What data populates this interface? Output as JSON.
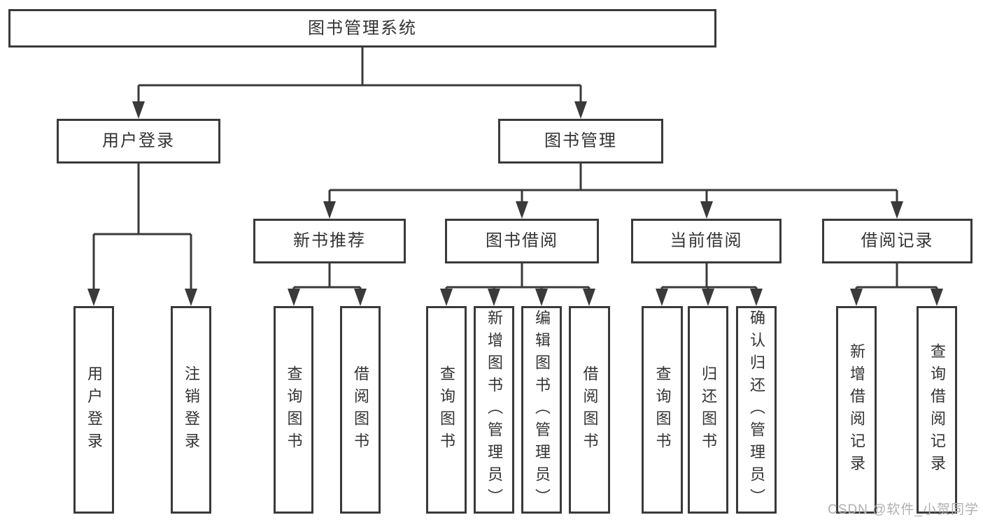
{
  "colors": {
    "line": "#3a3a3a",
    "text": "#333333",
    "watermark": "#b0b0b0",
    "background": "#ffffff"
  },
  "tree": {
    "label": "图书管理系统",
    "children": [
      {
        "label": "用户登录",
        "children": [
          {
            "label": "用户登录"
          },
          {
            "label": "注销登录"
          }
        ]
      },
      {
        "label": "图书管理",
        "children": [
          {
            "label": "新书推荐",
            "children": [
              {
                "label": "查询图书"
              },
              {
                "label": "借阅图书"
              }
            ]
          },
          {
            "label": "图书借阅",
            "children": [
              {
                "label": "查询图书"
              },
              {
                "label": "新增图书（管理员）"
              },
              {
                "label": "编辑图书（管理员）"
              },
              {
                "label": "借阅图书"
              }
            ]
          },
          {
            "label": "当前借阅",
            "children": [
              {
                "label": "查询图书"
              },
              {
                "label": "归还图书"
              },
              {
                "label": "确认归还（管理员）"
              }
            ]
          },
          {
            "label": "借阅记录",
            "children": [
              {
                "label": "新增借阅记录"
              },
              {
                "label": "查询借阅记录"
              }
            ]
          }
        ]
      }
    ]
  },
  "watermark": {
    "text": "CSDN @软件_小贺同学"
  }
}
